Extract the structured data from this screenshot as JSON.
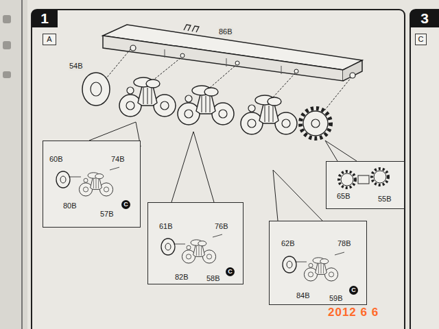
{
  "diagram": {
    "nodes": [
      {
        "text": [
          "1"
        ]
      },
      {
        "text": [
          "A"
        ]
      },
      {
        "text": [
          "3"
        ]
      },
      {
        "text": [
          "C"
        ]
      },
      {
        "text": [
          "60B",
          "74B",
          "80B",
          "57B"
        ]
      },
      {
        "text": [
          "C"
        ],
        "in": 4
      },
      {
        "text": [
          "61B",
          "76B",
          "82B",
          "58B"
        ]
      },
      {
        "text": [
          "C"
        ],
        "in": 6
      },
      {
        "text": [
          "62B",
          "78B",
          "84B",
          "59B"
        ]
      },
      {
        "text": [
          "C"
        ],
        "in": 8
      },
      {
        "text": [
          "65B",
          "55B"
        ]
      }
    ],
    "labels": [
      "86B",
      "54B",
      "2012 6 6"
    ]
  }
}
